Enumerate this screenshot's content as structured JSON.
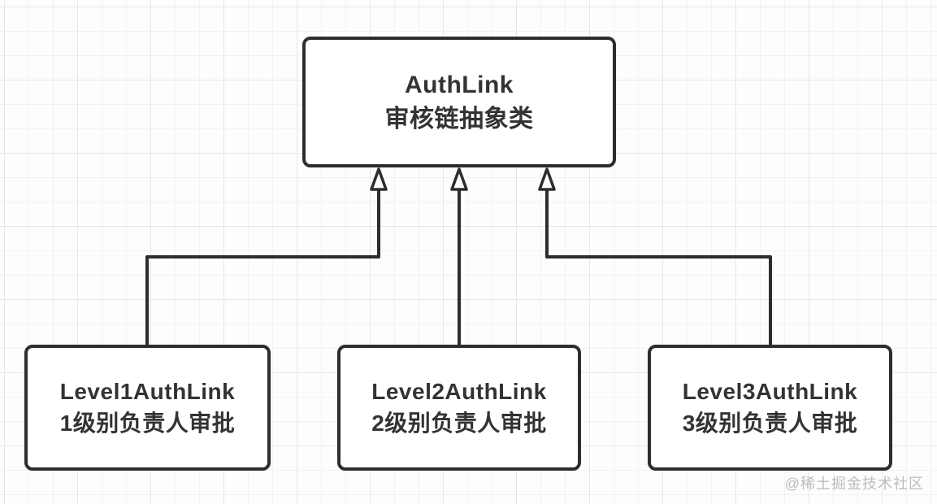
{
  "diagram": {
    "nodes": [
      {
        "id": "authlink",
        "title": "AuthLink",
        "subtitle": "审核链抽象类"
      },
      {
        "id": "level1",
        "title": "Level1AuthLink",
        "subtitle": "1级别负责人审批"
      },
      {
        "id": "level2",
        "title": "Level2AuthLink",
        "subtitle": "2级别负责人审批"
      },
      {
        "id": "level3",
        "title": "Level3AuthLink",
        "subtitle": "3级别负责人审批"
      }
    ],
    "edges": [
      {
        "from": "level1",
        "to": "authlink",
        "type": "inheritance",
        "arrowhead": "hollow-triangle"
      },
      {
        "from": "level2",
        "to": "authlink",
        "type": "inheritance",
        "arrowhead": "hollow-triangle"
      },
      {
        "from": "level3",
        "to": "authlink",
        "type": "inheritance",
        "arrowhead": "hollow-triangle"
      }
    ],
    "watermark": "@稀土掘金技术社区",
    "colors": {
      "stroke": "#2d2d2d",
      "text": "#333333",
      "box_fill": "#ffffff",
      "background": "#fdfdfd",
      "grid_line": "#e7e7e7",
      "watermark": "#bdbdbd"
    }
  }
}
